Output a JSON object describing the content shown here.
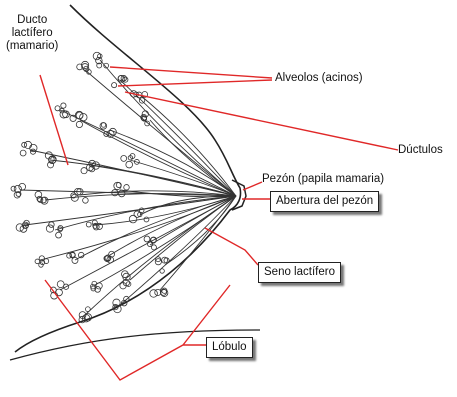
{
  "labels": {
    "ducto": "Ducto\nlactífero\n(mamario)",
    "alveolos": "Alveolos (acinos)",
    "ductulos": "Dúctulos",
    "pezon": "Pezón (papila mamaria)",
    "abertura": "Abertura del pezón",
    "seno": "Seno lactífero",
    "lobulo": "Lóbulo"
  },
  "colors": {
    "leader": "#e02828",
    "drawing": "#222222"
  }
}
